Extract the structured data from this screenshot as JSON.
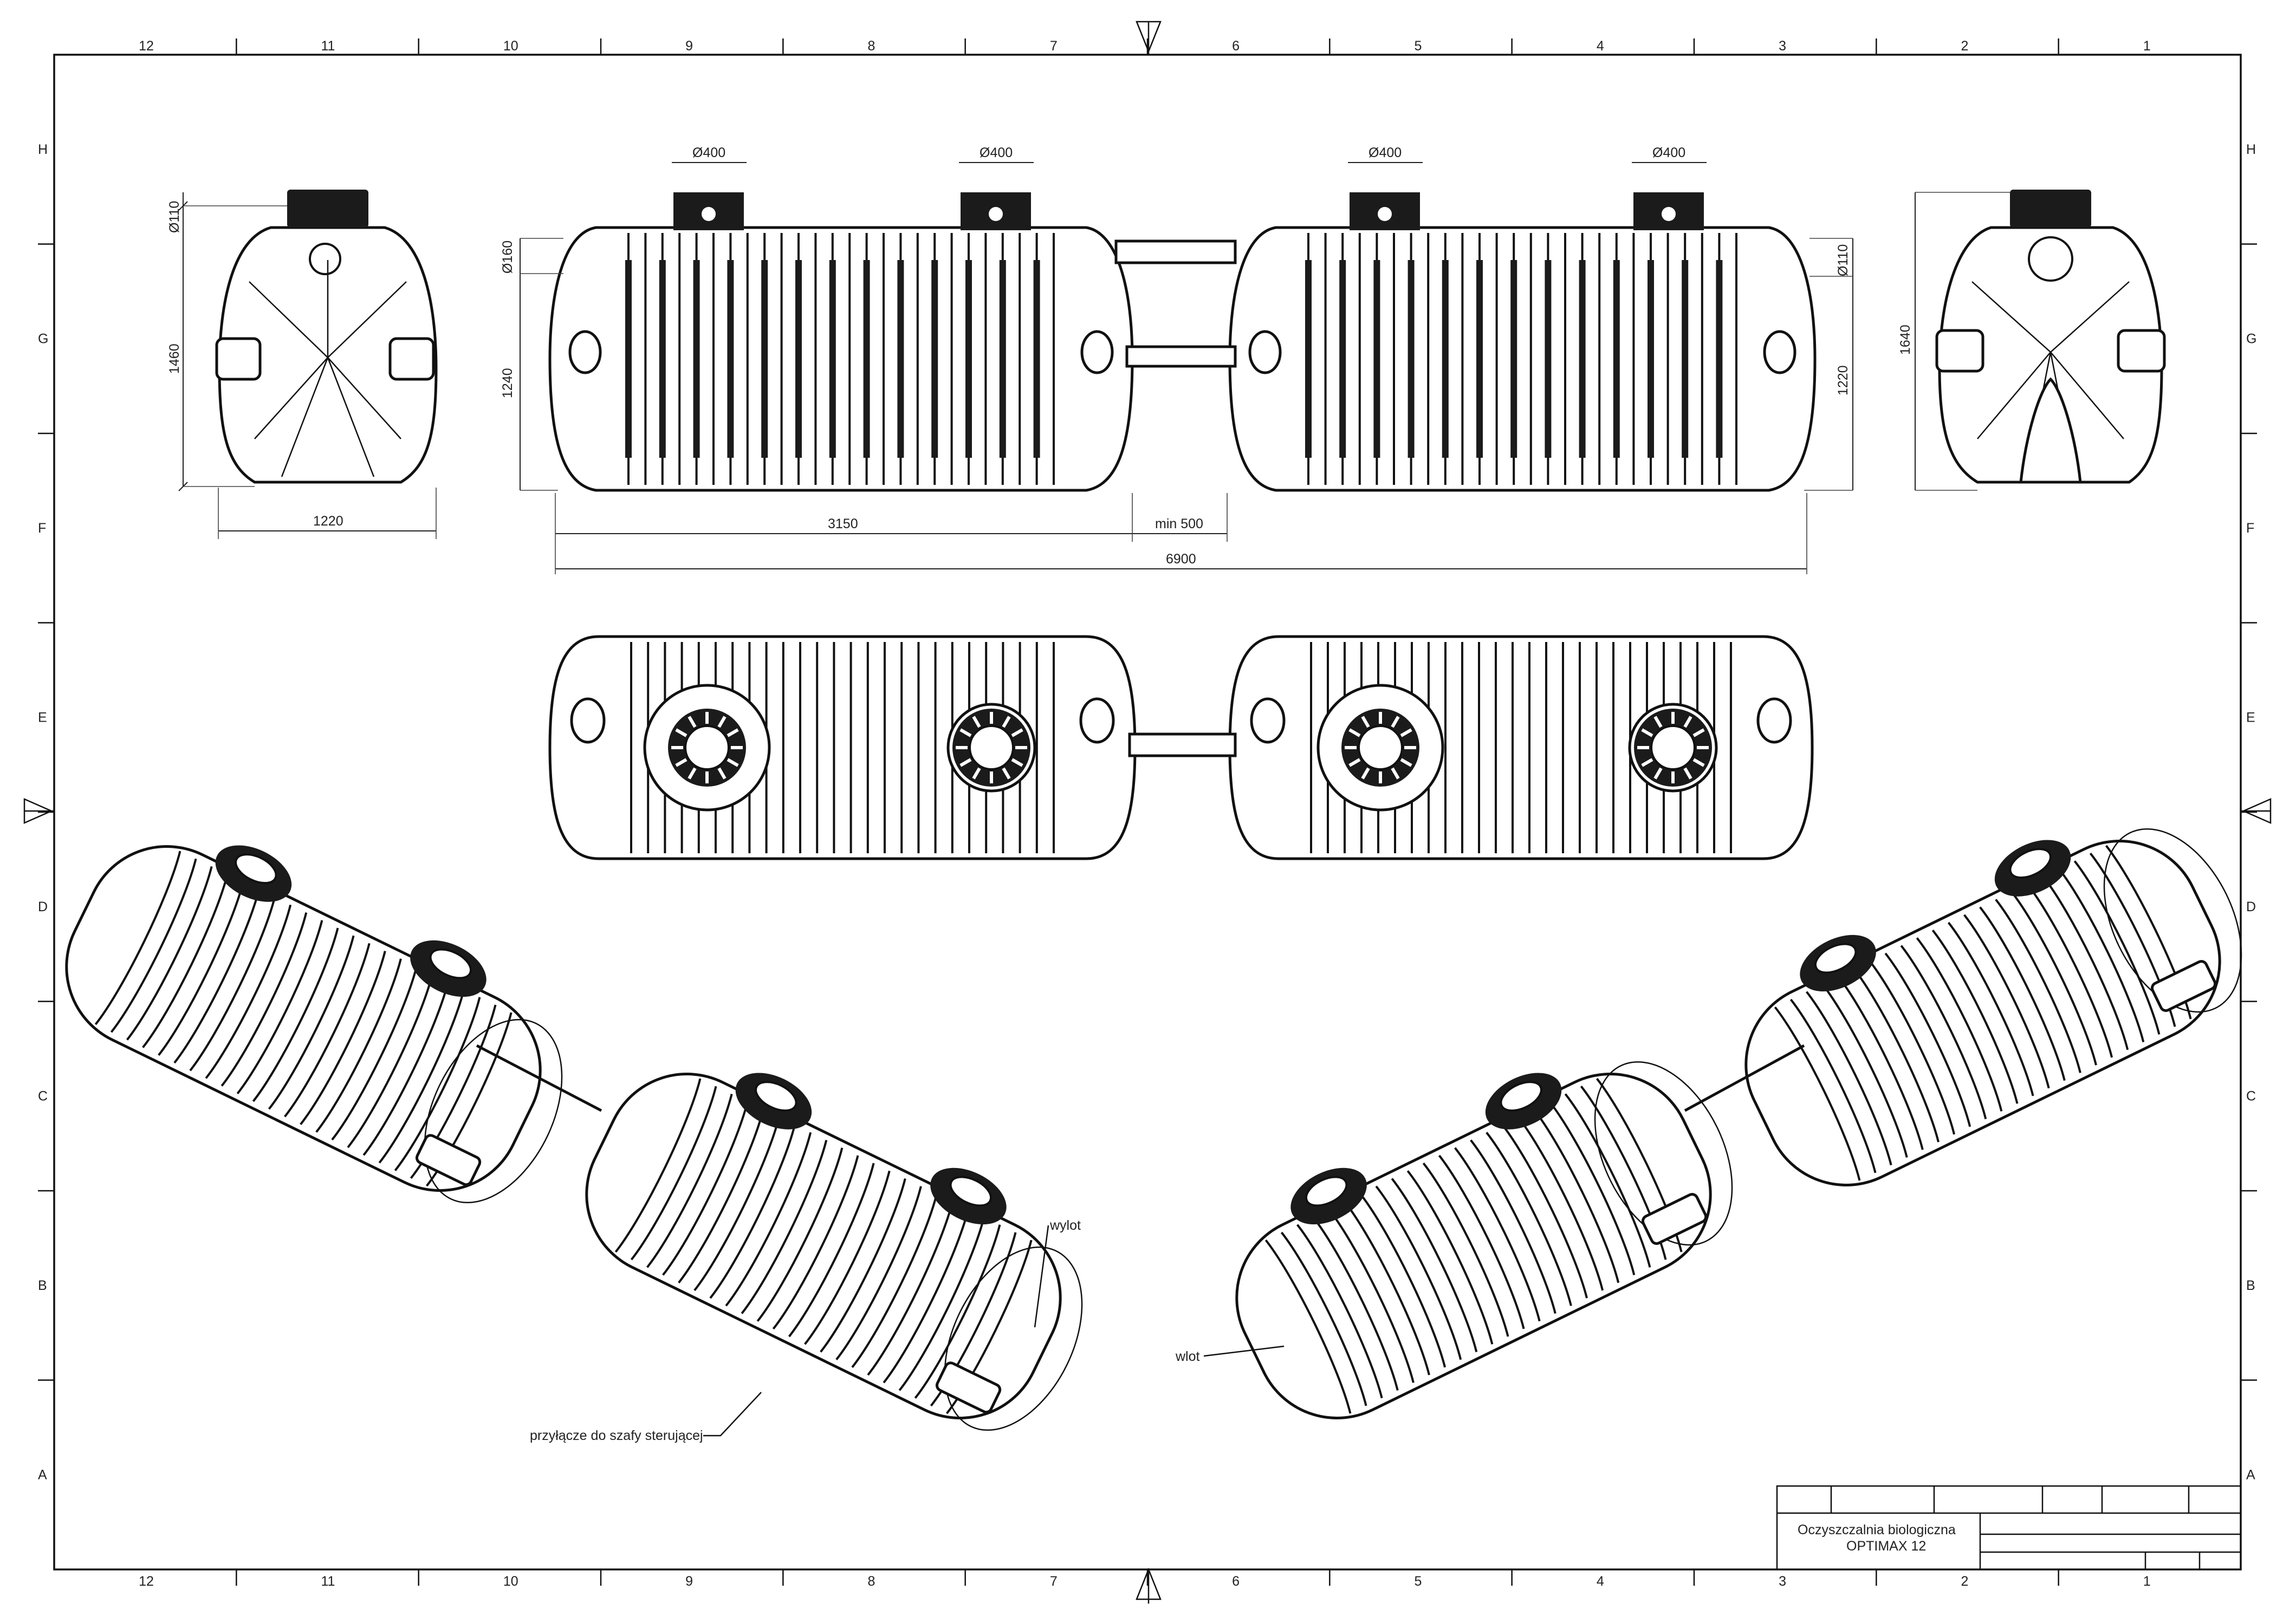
{
  "drawing_frame": {
    "column_labels": [
      "12",
      "11",
      "10",
      "9",
      "8",
      "7",
      "6",
      "5",
      "4",
      "3",
      "2",
      "1"
    ],
    "row_labels": [
      "H",
      "G",
      "F",
      "E",
      "D",
      "C",
      "B",
      "A"
    ]
  },
  "dimensions": {
    "end_view_left": {
      "pipe_top": "Ø110",
      "height": "1460",
      "width": "1220"
    },
    "side_view": {
      "hatch_1": "Ø400",
      "hatch_2": "Ø400",
      "hatch_3": "Ø400",
      "hatch_4": "Ø400",
      "inlet_pipe": "Ø160",
      "height_left": "1240",
      "outlet_pipe": "Ø110",
      "height_right": "1220",
      "tank_length": "3150",
      "gap": "min 500",
      "total_length": "6900"
    },
    "end_view_right": {
      "height": "1640"
    }
  },
  "callouts": {
    "outlet": "wylot",
    "inlet": "wlot",
    "control_connection": "przyłącze do szafy sterującej"
  },
  "title_block": {
    "line1": "Oczyszczalnia biologiczna",
    "line2": "OPTIMAX 12"
  }
}
